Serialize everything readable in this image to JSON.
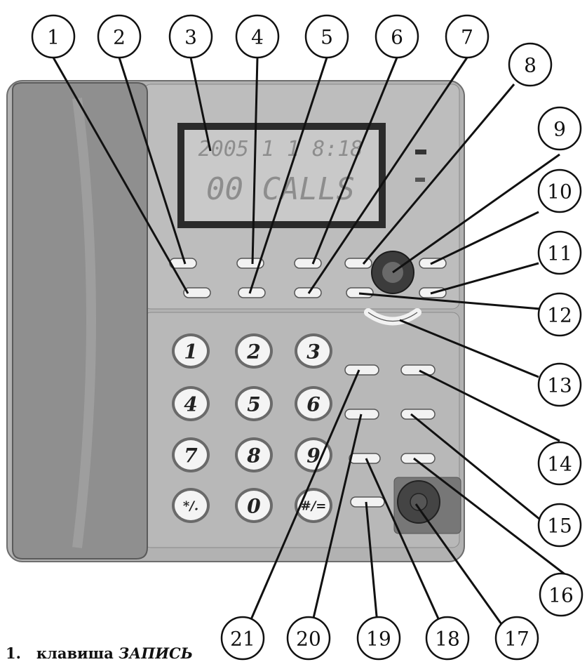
{
  "callouts": [
    "1",
    "2",
    "3",
    "4",
    "5",
    "6",
    "7",
    "8",
    "9",
    "10",
    "11",
    "12",
    "13",
    "14",
    "15",
    "16",
    "17",
    "18",
    "19",
    "20",
    "21"
  ],
  "display": {
    "line1": "2005 1 1  8:18",
    "line2": "00 CALLS"
  },
  "keypad": [
    "1",
    "2",
    "3",
    "4",
    "5",
    "6",
    "7",
    "8",
    "9",
    "*/.",
    "0",
    "#/="
  ],
  "caption": {
    "number": "1.",
    "prefix": "клавиша",
    "key_name": "ЗАПИСЬ"
  },
  "colors": {
    "phone_body": "#b4b4b4",
    "handset": "#8e8e8e",
    "lcd": "#c9c9c9",
    "outline": "#111111"
  }
}
